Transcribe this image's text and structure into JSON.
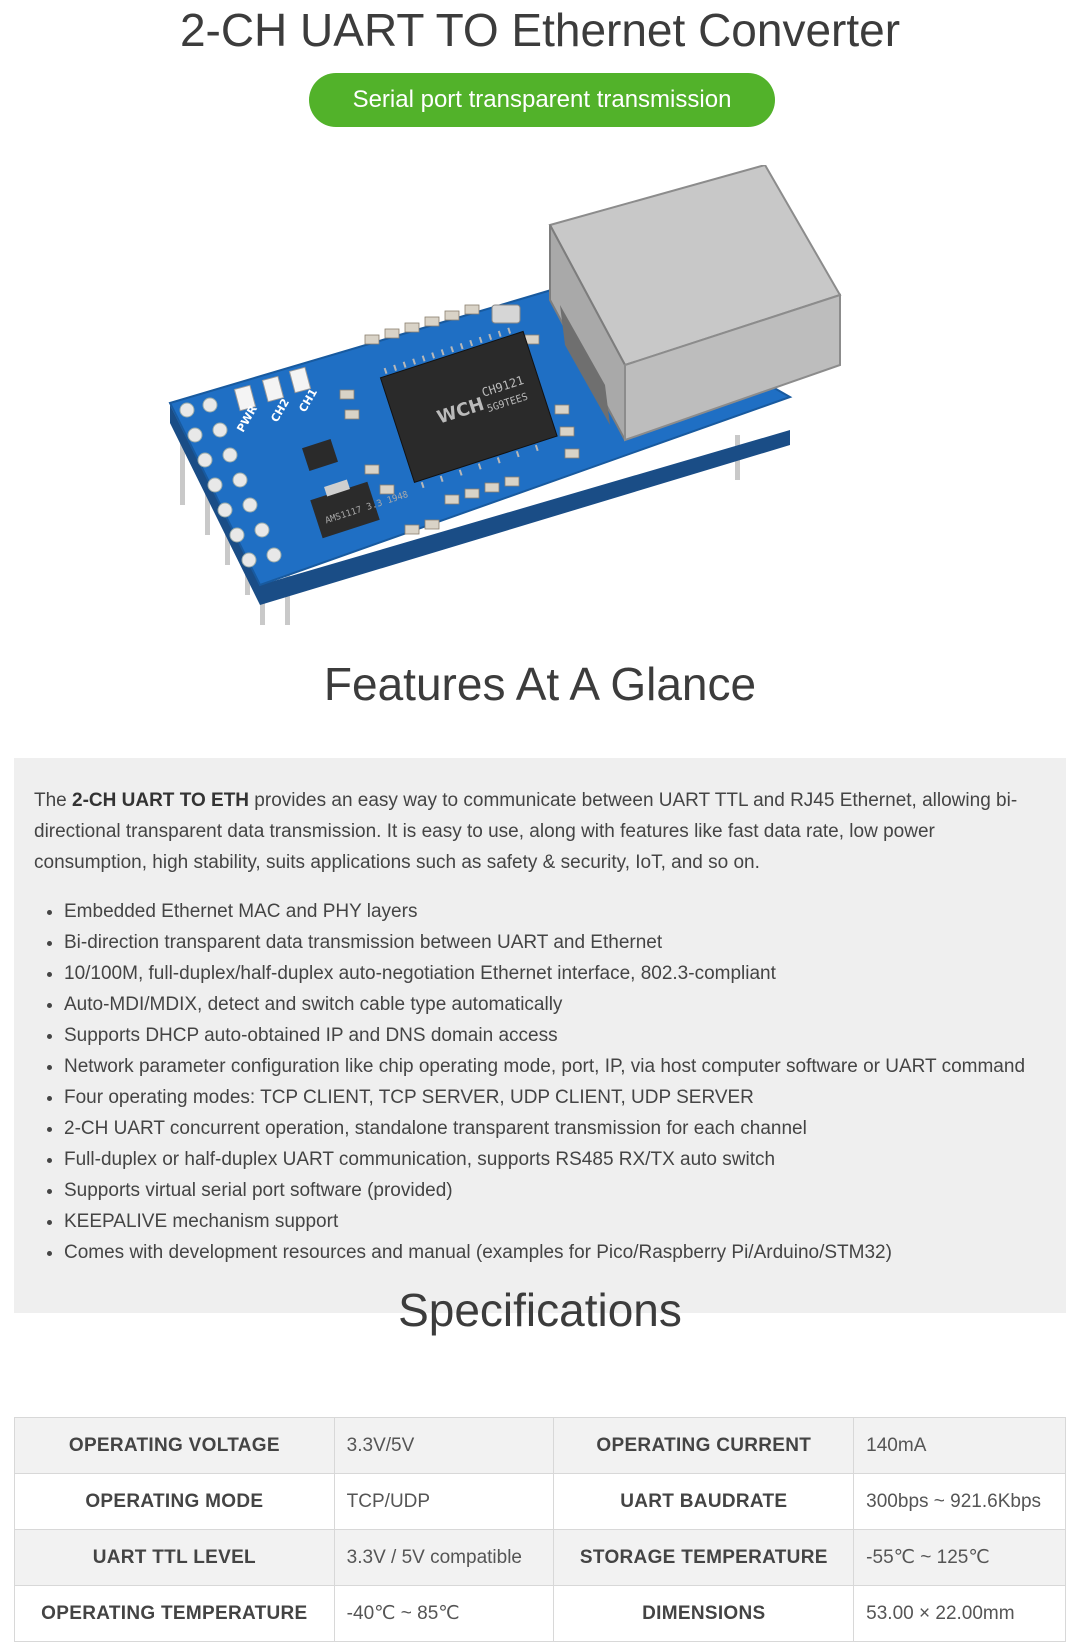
{
  "header": {
    "title": "2-CH UART TO Ethernet Converter",
    "badge": "Serial port transparent transmission"
  },
  "board": {
    "chip_label_1": "CH9121",
    "chip_label_2": "5G9TEES",
    "chip_logo": "WCH",
    "regulator_label": "AMS1117 3.3 1948",
    "silk_pwr": "PWR",
    "silk_ch1": "CH1",
    "silk_ch2": "CH2"
  },
  "features": {
    "heading": "Features At A Glance",
    "intro_prefix": "The ",
    "intro_bold": "2-CH UART TO ETH",
    "intro_rest": " provides an easy way to communicate between UART TTL and RJ45 Ethernet, allowing bi-directional transparent data transmission. It is easy to use, along with features like fast data rate, low power consumption, high stability, suits applications such as safety & security, IoT, and so on.",
    "items": [
      "Embedded Ethernet MAC and PHY layers",
      "Bi-direction transparent data transmission between UART and Ethernet",
      "10/100M, full-duplex/half-duplex auto-negotiation Ethernet interface, 802.3-compliant",
      "Auto-MDI/MDIX, detect and switch cable type automatically",
      "Supports DHCP auto-obtained IP and DNS domain access",
      "Network parameter configuration like chip operating mode, port, IP, via host computer software or UART command",
      "Four operating modes: TCP CLIENT, TCP SERVER, UDP CLIENT, UDP SERVER",
      "2-CH UART concurrent operation, standalone transparent transmission for each channel",
      "Full-duplex or half-duplex UART communication, supports RS485 RX/TX auto switch",
      "Supports virtual serial port software (provided)",
      "KEEPALIVE mechanism support",
      "Comes with development resources and manual (examples for Pico/Raspberry Pi/Arduino/STM32)"
    ]
  },
  "specs": {
    "heading": "Specifications",
    "rows": [
      [
        {
          "k": "OPERATING VOLTAGE",
          "v": "3.3V/5V"
        },
        {
          "k": "OPERATING CURRENT",
          "v": "140mA"
        }
      ],
      [
        {
          "k": "OPERATING MODE",
          "v": "TCP/UDP"
        },
        {
          "k": "UART BAUDRATE",
          "v": "300bps ~ 921.6Kbps"
        }
      ],
      [
        {
          "k": "UART TTL LEVEL",
          "v": "3.3V / 5V compatible"
        },
        {
          "k": "STORAGE TEMPERATURE",
          "v": "-55℃ ~ 125℃"
        }
      ],
      [
        {
          "k": "OPERATING TEMPERATURE",
          "v": "-40℃ ~ 85℃"
        },
        {
          "k": "DIMENSIONS",
          "v": "53.00 × 22.00mm"
        }
      ]
    ]
  },
  "colors": {
    "badge_green": "#52b22a",
    "pcb_blue": "#1f6fc4",
    "panel_gray": "#efefef"
  }
}
